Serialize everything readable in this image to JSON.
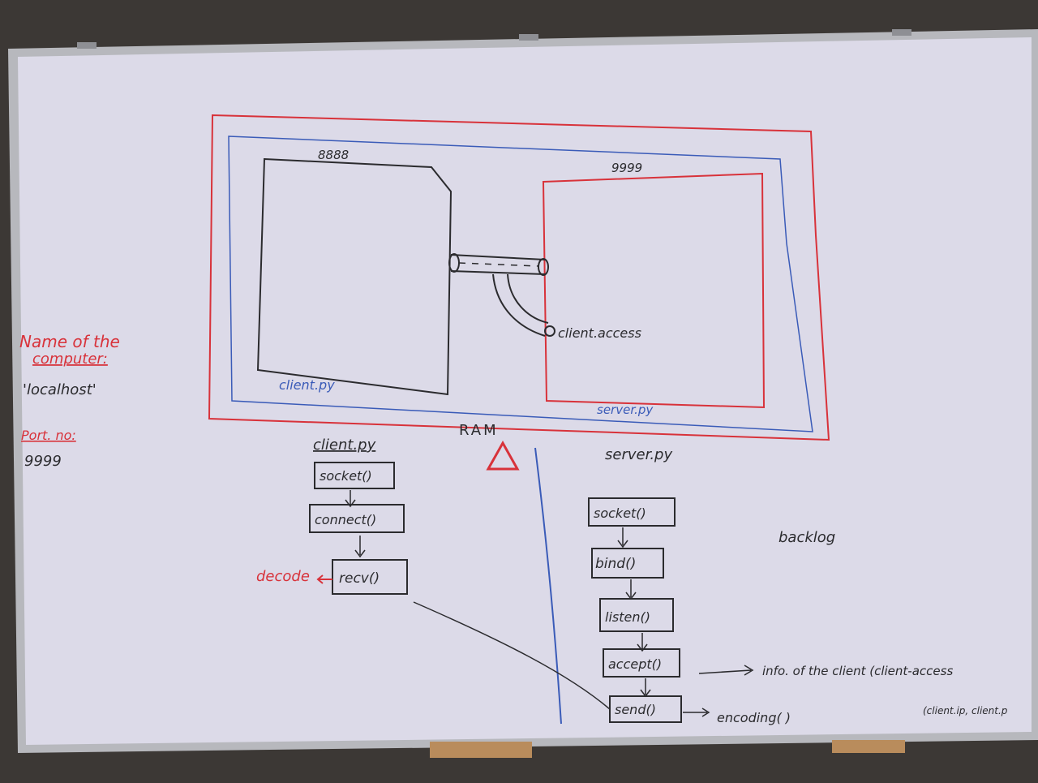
{
  "colors": {
    "board": "#dcdae8",
    "frame": "#b7b8bd",
    "marker_black": "#2b2b2e",
    "marker_red": "#d8323a",
    "marker_blue": "#3a5bb8",
    "wall": "#3c3835"
  },
  "memory": {
    "label_ram": "RAM",
    "port_client": "8888",
    "port_server": "9999",
    "client_box_label": "client.py",
    "server_box_label": "server.py",
    "client_access_label": "client.access"
  },
  "left_notes": {
    "name_heading_1": "Name of the",
    "name_heading_2": "computer:",
    "name_value": "'localhost'",
    "port_heading": "Port. no:",
    "port_value": "9999"
  },
  "client_flow": {
    "title": "client.py",
    "steps": [
      "socket()",
      "connect()",
      "recv()"
    ],
    "decode_label": "decode"
  },
  "server_flow": {
    "title": "server.py",
    "steps": [
      "socket()",
      "bind()",
      "listen()",
      "accept()",
      "send()"
    ],
    "backlog_label": "backlog",
    "accept_note": "info. of the client (client-access",
    "accept_note_2": "(client.ip, client.p",
    "send_note": "encoding(  )"
  }
}
